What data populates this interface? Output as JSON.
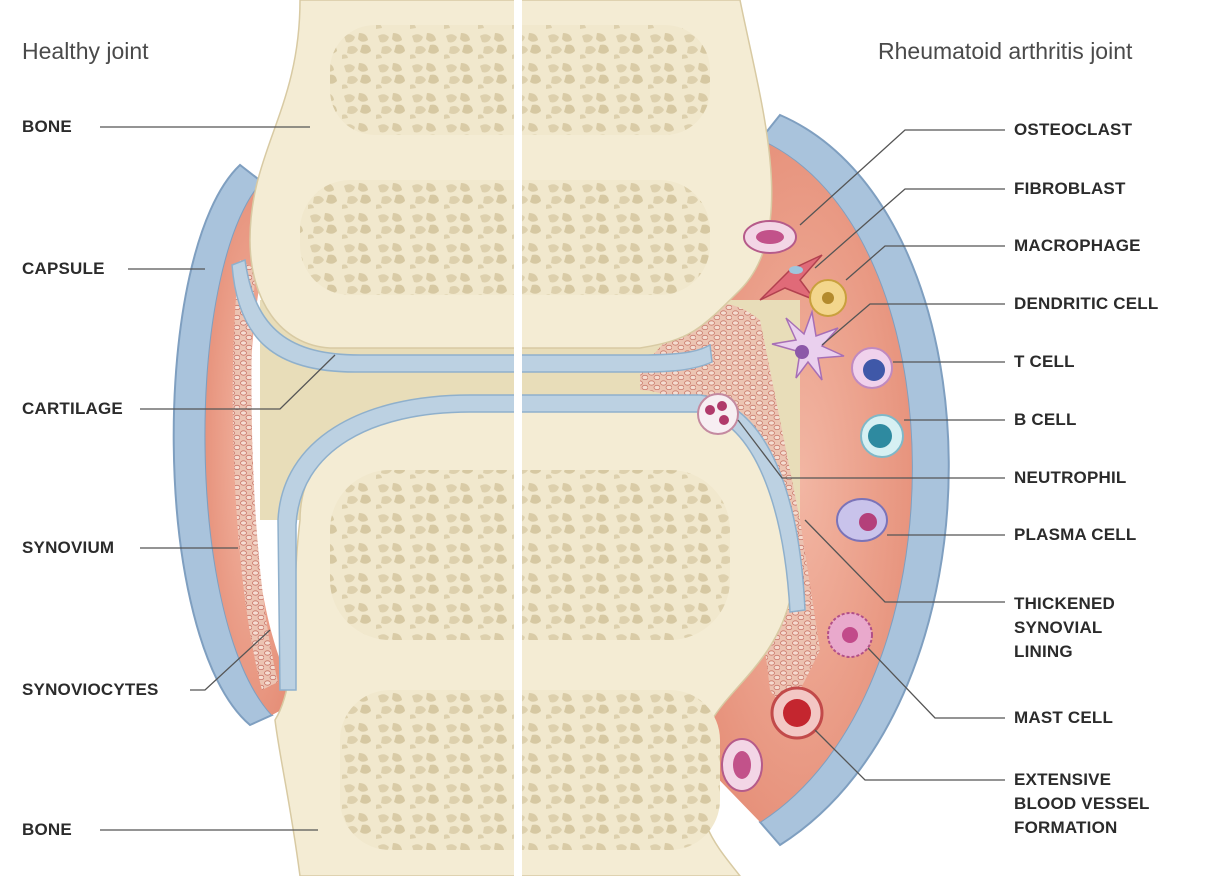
{
  "titles": {
    "left": "Healthy joint",
    "right": "Rheumatoid arthritis joint"
  },
  "left_labels": {
    "bone_top": "BONE",
    "capsule": "CAPSULE",
    "cartilage": "CARTILAGE",
    "synovium": "SYNOVIUM",
    "synoviocytes": "SYNOVIOCYTES",
    "bone_bottom": "BONE"
  },
  "right_labels": {
    "osteoclast": "OSTEOCLAST",
    "fibroblast": "FIBROBLAST",
    "macrophage": "MACROPHAGE",
    "dendritic_cell": "DENDRITIC CELL",
    "t_cell": "T CELL",
    "b_cell": "B CELL",
    "neutrophil": "NEUTROPHIL",
    "plasma_cell": "PLASMA CELL",
    "thickened_synovial_lining": [
      "THICKENED",
      "SYNOVIAL",
      "LINING"
    ],
    "mast_cell": "MAST CELL",
    "extensive_blood_vessel_formation": [
      "EXTENSIVE",
      "BLOOD VESSEL",
      "FORMATION"
    ]
  },
  "colors": {
    "bone": "#f3ecd3",
    "trabecular": "#e6dcc0",
    "cartilage": "#b9cfdf",
    "capsule": "#a9c3dc",
    "synovium": "#e39a86",
    "synovial_fluid": "#e7dcb9",
    "leader": "#555555"
  }
}
